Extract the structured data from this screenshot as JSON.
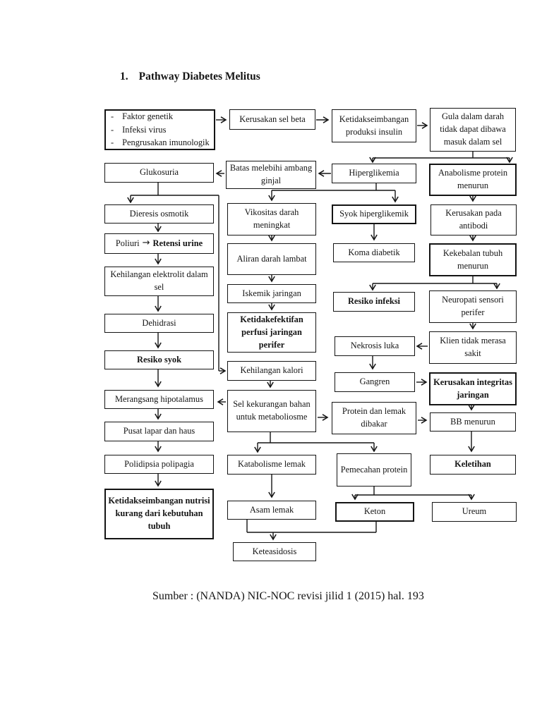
{
  "page": {
    "heading_number": "1.",
    "heading": "Pathway Diabetes Melitus",
    "source": "Sumber : (NANDA) NIC-NOC revisi jilid 1 (2015) hal. 193"
  },
  "colors": {
    "ink": "#141414",
    "paper": "#ffffff"
  },
  "nodes": {
    "causes": {
      "bullet": "-",
      "items": [
        "Faktor genetik",
        "Infeksi virus",
        "Pengrusakan imunologik"
      ]
    },
    "kerusakan_sel_beta": {
      "label": "Kerusakan sel beta"
    },
    "ketidakseimbangan_insulin": {
      "label": "Ketidakseimbangan produksi insulin"
    },
    "gula_dalam_darah": {
      "label": "Gula dalam darah tidak dapat dibawa masuk dalam sel"
    },
    "glukosuria": {
      "label": "Glukosuria"
    },
    "batas_ambang": {
      "label": "Batas melebihi ambang ginjal"
    },
    "hiperglikemia": {
      "label": "Hiperglikemia"
    },
    "anabolisme": {
      "label": "Anabolisme protein menurun"
    },
    "dieresis": {
      "label": "Dieresis osmotik"
    },
    "poliuri": {
      "prefix": "Poliuri",
      "arrow": "→",
      "label": "Retensi urine"
    },
    "elektrolit": {
      "label": "Kehilangan elektrolit dalam sel"
    },
    "dehidrasi": {
      "label": "Dehidrasi"
    },
    "resiko_syok": {
      "label": "Resiko syok"
    },
    "hipotalamus": {
      "label": "Merangsang hipotalamus"
    },
    "pusat_lapar": {
      "label": "Pusat lapar dan haus"
    },
    "polidipsia": {
      "label": "Polidipsia polipagia"
    },
    "nutrisi": {
      "label": "Ketidakseimbangan nutrisi kurang dari kebutuhan tubuh"
    },
    "vikositas": {
      "label": "Vikositas darah meningkat"
    },
    "aliran_darah": {
      "label": "Aliran darah lambat"
    },
    "iskemik": {
      "label": "Iskemik jaringan"
    },
    "perfusi": {
      "label": "Ketidakefektifan perfusi jaringan perifer"
    },
    "kalori": {
      "label": "Kehilangan kalori"
    },
    "sel_kekurangan": {
      "label": "Sel kekurangan bahan untuk metaboliosme"
    },
    "katabolisme": {
      "label": "Katabolisme lemak"
    },
    "asam_lemak": {
      "label": "Asam lemak"
    },
    "keteasidosis": {
      "label": "Keteasidosis"
    },
    "syok_hiperglikemik": {
      "label": "Syok hiperglikemik"
    },
    "koma_diabetik": {
      "label": "Koma diabetik"
    },
    "resiko_infeksi": {
      "label": "Resiko infeksi"
    },
    "nekrosis_luka": {
      "label": "Nekrosis luka"
    },
    "gangren": {
      "label": "Gangren"
    },
    "protein_lemak_dibakar": {
      "label": "Protein dan lemak dibakar"
    },
    "pemecahan_protein": {
      "label": "Pemecahan protein"
    },
    "keton": {
      "label": "Keton"
    },
    "kerusakan_antibodi": {
      "label": "Kerusakan pada antibodi"
    },
    "kekebalan_tubuh": {
      "label": "Kekebalan tubuh menurun"
    },
    "neuropati": {
      "label": "Neuropati sensori perifer"
    },
    "klien_tidak_sakit": {
      "label": "Klien tidak merasa sakit"
    },
    "kerusakan_integritas": {
      "label": "Kerusakan integritas jaringan"
    },
    "bb_menurun": {
      "label": "BB menurun"
    },
    "keletihan": {
      "label": "Keletihan"
    },
    "ureum": {
      "label": "Ureum"
    }
  }
}
